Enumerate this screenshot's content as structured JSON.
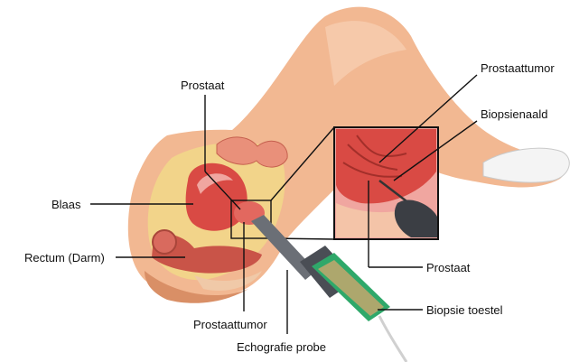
{
  "labels": {
    "prostaat_top": "Prostaat",
    "blaas": "Blaas",
    "rectum": "Rectum (Darm)",
    "prostaattumor_bottom": "Prostaattumor",
    "echografie_probe": "Echografie probe",
    "prostaattumor_top": "Prostaattumor",
    "biopsienaald": "Biopsienaald",
    "prostaat_right": "Prostaat",
    "biopsie_toestel": "Biopsie toestel"
  },
  "colors": {
    "skin": "#f2b892",
    "skin_shadow": "#d98f66",
    "organ_red": "#d94a44",
    "tissue_pink": "#f0a6a0",
    "fat_yellow": "#f2d48a",
    "device_green": "#2fa86a",
    "probe_grey": "#6b6f76",
    "line": "#111111"
  }
}
